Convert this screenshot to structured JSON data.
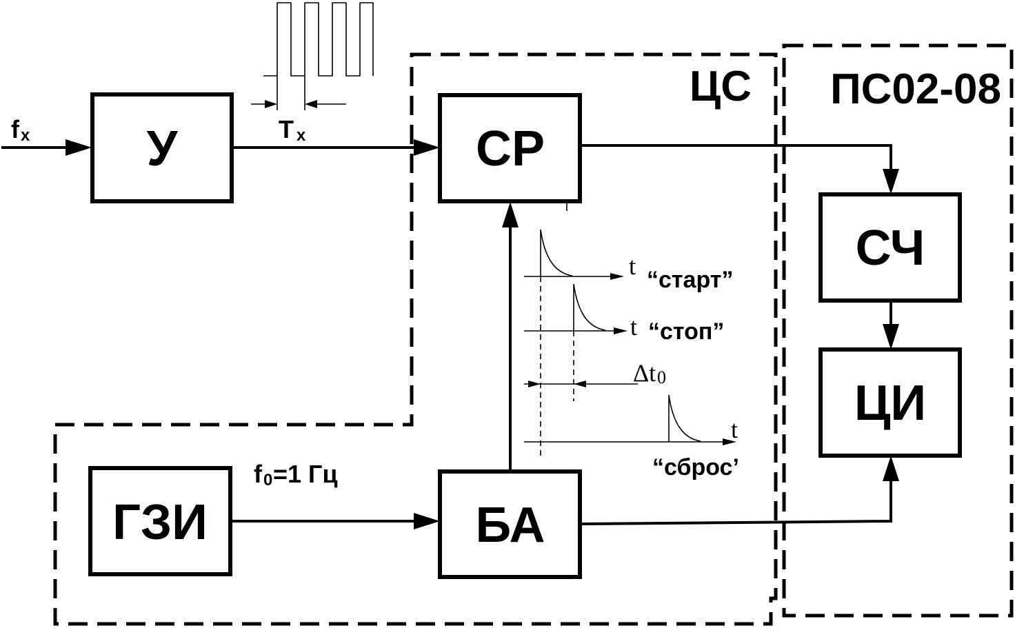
{
  "groups": {
    "cs": "ЦС",
    "ps": "ПС02-08"
  },
  "blocks": {
    "u": "У",
    "sr": "СР",
    "sch": "СЧ",
    "ci": "ЦИ",
    "gzi": "ГЗИ",
    "ba": "БА"
  },
  "labels": {
    "fx_main": "f",
    "fx_sub": "x",
    "tx_main": "T",
    "tx_sub": "x",
    "f0_main": "f",
    "f0_sub": "0",
    "f0_rest": "=1 Гц",
    "delta_main": "Δt",
    "delta_sub": "0"
  },
  "timing": {
    "axis_label": "t",
    "start": "“старт”",
    "stop": "“стоп”",
    "reset": "“сброс’"
  }
}
